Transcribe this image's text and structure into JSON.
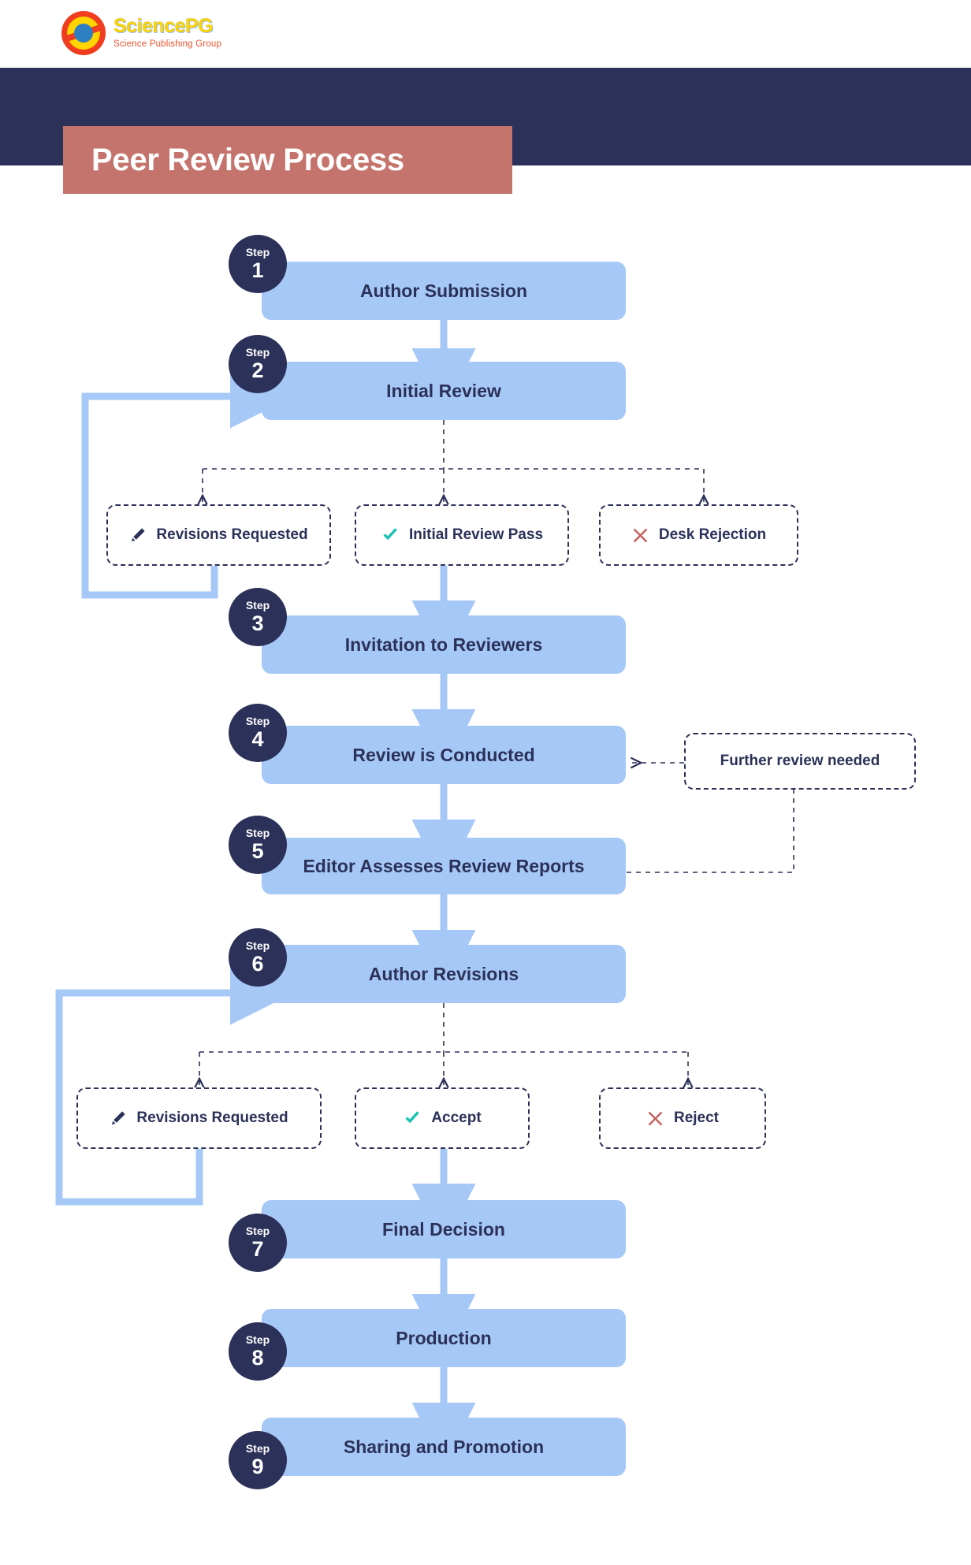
{
  "brand": {
    "name": "SciencePG",
    "tagline": "Science Publishing Group",
    "logo_icon": "sciencepg-circle-logo",
    "colors": {
      "logo_red": "#f03d20",
      "logo_yellow": "#ffd400",
      "logo_blue": "#2d7fc1"
    }
  },
  "header": {
    "title": "Peer Review Process",
    "band_color": "#2b3158",
    "title_box_color": "#c4746c",
    "title_text_color": "#ffffff"
  },
  "theme": {
    "step_box_fill": "#a6c8f7",
    "badge_fill": "#2b3158",
    "text_navy": "#2b3158",
    "arrow_blue": "#a6c8f7",
    "dashed_navy": "#2b3158",
    "check_teal": "#17c3b2",
    "cross_red": "#c4615c"
  },
  "chart_data": {
    "type": "flowchart",
    "title": "Peer Review Process",
    "steps": [
      {
        "number": "1",
        "step_label": "Step",
        "label": "Author Submission"
      },
      {
        "number": "2",
        "step_label": "Step",
        "label": "Initial Review"
      },
      {
        "number": "3",
        "step_label": "Step",
        "label": "Invitation to Reviewers"
      },
      {
        "number": "4",
        "step_label": "Step",
        "label": "Review is Conducted"
      },
      {
        "number": "5",
        "step_label": "Step",
        "label": "Editor Assesses Review Reports"
      },
      {
        "number": "6",
        "step_label": "Step",
        "label": "Author Revisions"
      },
      {
        "number": "7",
        "step_label": "Step",
        "label": "Final Decision"
      },
      {
        "number": "8",
        "step_label": "Step",
        "label": "Production"
      },
      {
        "number": "9",
        "step_label": "Step",
        "label": "Sharing and Promotion"
      }
    ],
    "decisions": [
      {
        "from_step": "2",
        "branches": [
          {
            "label": "Revisions Requested",
            "icon": "pencil-icon",
            "icon_color": "#2b3158",
            "leads_to": "Initial Review"
          },
          {
            "label": "Initial Review Pass",
            "icon": "check-icon",
            "icon_color": "#17c3b2",
            "leads_to": "Invitation to Reviewers"
          },
          {
            "label": "Desk Rejection",
            "icon": "cross-icon",
            "icon_color": "#c4615c",
            "leads_to": ""
          }
        ]
      },
      {
        "from_step": "6",
        "branches": [
          {
            "label": "Revisions Requested",
            "icon": "pencil-icon",
            "icon_color": "#2b3158",
            "leads_to": "Author Revisions"
          },
          {
            "label": "Accept",
            "icon": "check-icon",
            "icon_color": "#17c3b2",
            "leads_to": "Final Decision"
          },
          {
            "label": "Reject",
            "icon": "cross-icon",
            "icon_color": "#c4615c",
            "leads_to": ""
          }
        ]
      }
    ],
    "side_notes": [
      {
        "label": "Further review needed",
        "points_to": "Review is Conducted",
        "from": "Editor Assesses Review Reports"
      }
    ]
  }
}
